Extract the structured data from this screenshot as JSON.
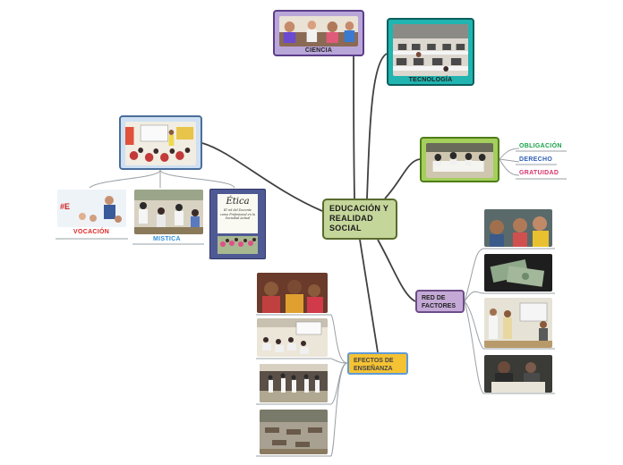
{
  "central": {
    "title": "EDUCACIÓN Y REALIDAD SOCIAL"
  },
  "topics": {
    "ciencia": {
      "label": "CIENCIA"
    },
    "tecnologia": {
      "label": "TECNOLOGÍA"
    },
    "red_factores": {
      "label": "RED DE FACTORES"
    },
    "efectos": {
      "label": "EFECTOS DE ENSEÑANZA"
    }
  },
  "left_branch": {
    "vocacion": {
      "label": "VOCACIÓN",
      "color": "#e02424"
    },
    "mistica": {
      "label": "MISTICA",
      "color": "#2f8fd8"
    },
    "book": {
      "title": "Ética",
      "subtitle": "El rol del Docente como Profesional en la Sociedad Actual"
    }
  },
  "right_branch": {
    "items": [
      {
        "label": "OBLIGACIÓN",
        "color": "#19a34a"
      },
      {
        "label": "DERECHO",
        "color": "#2f5fb3"
      },
      {
        "label": "GRATUIDAD",
        "color": "#d6336c"
      }
    ]
  },
  "colors": {
    "central_fill": "#c5d69b",
    "ciencia_fill": "#b9a6d9",
    "tecnologia_fill": "#21b4b0",
    "red_fill": "#c4a9d6",
    "efectos_fill": "#f5c233",
    "line": "#404040"
  }
}
